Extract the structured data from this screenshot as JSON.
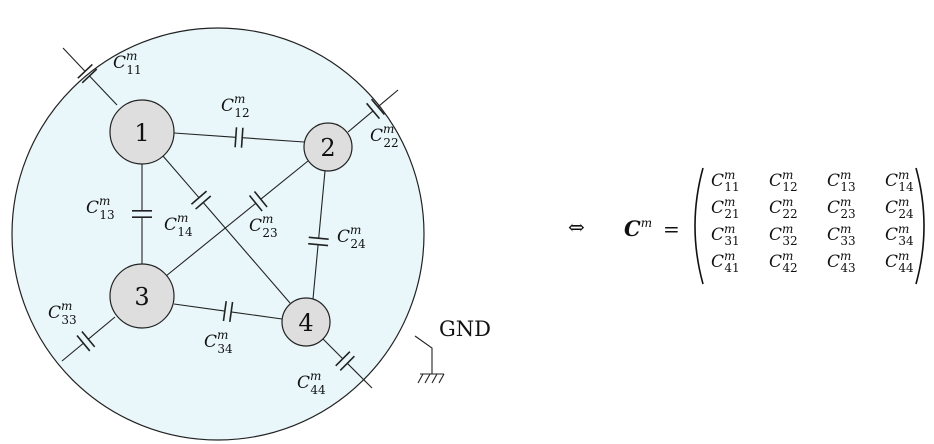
{
  "diagram": {
    "background_color": "#e9f7fb",
    "node_fill": "#dedede",
    "nodes": [
      {
        "id": "1",
        "label": "1"
      },
      {
        "id": "2",
        "label": "2"
      },
      {
        "id": "3",
        "label": "3"
      },
      {
        "id": "4",
        "label": "4"
      }
    ],
    "capacitors": [
      {
        "name": "cap-11",
        "sub": "11"
      },
      {
        "name": "cap-12",
        "sub": "12"
      },
      {
        "name": "cap-22",
        "sub": "22"
      },
      {
        "name": "cap-13",
        "sub": "13"
      },
      {
        "name": "cap-14",
        "sub": "14"
      },
      {
        "name": "cap-23",
        "sub": "23"
      },
      {
        "name": "cap-24",
        "sub": "24"
      },
      {
        "name": "cap-33",
        "sub": "33"
      },
      {
        "name": "cap-34",
        "sub": "34"
      },
      {
        "name": "cap-44",
        "sub": "44"
      }
    ],
    "cap_letter": "C",
    "cap_superscript": "m",
    "ground_label": "GND"
  },
  "equation": {
    "equiv_symbol": "⇔",
    "lhs_letter": "C",
    "lhs_superscript": "m",
    "equals": "=",
    "matrix": [
      [
        "11",
        "12",
        "13",
        "14"
      ],
      [
        "21",
        "22",
        "23",
        "24"
      ],
      [
        "31",
        "32",
        "33",
        "34"
      ],
      [
        "41",
        "42",
        "43",
        "44"
      ]
    ]
  }
}
